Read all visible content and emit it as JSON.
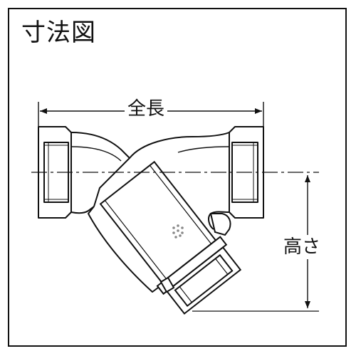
{
  "title": "寸法図",
  "dimensions": {
    "length_label": "全長",
    "height_label": "高さ"
  },
  "colors": {
    "line": "#111111",
    "fill": "#ffffff",
    "screen_dots": "#888888"
  }
}
